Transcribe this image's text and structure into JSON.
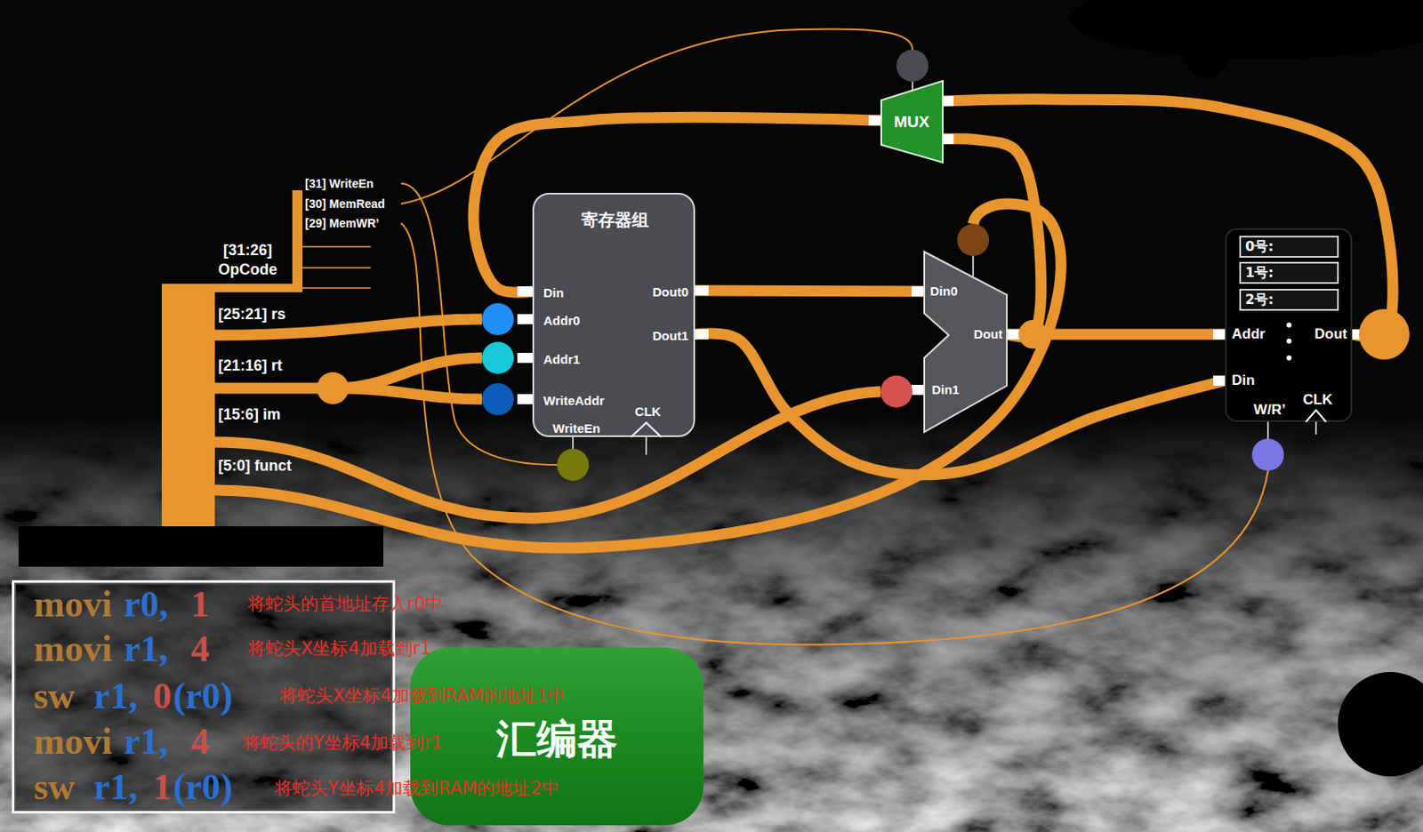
{
  "diagram": {
    "nodes": [
      {
        "text": [
          "寄存器组",
          "Din",
          "Addr0",
          "Addr1",
          "WriteAddr",
          "WriteEn",
          "Dout0",
          "Dout1",
          "CLK"
        ]
      },
      {
        "text": [
          "MUX"
        ]
      },
      {
        "text": [
          "Din0",
          "Dout",
          "Din1"
        ]
      },
      {
        "text": [
          "Addr",
          "Dout",
          "Din",
          "W/R’",
          "CLK"
        ]
      },
      {
        "text": [
          "0号:"
        ],
        "in": 3
      },
      {
        "text": [
          "1号:"
        ],
        "in": 3
      },
      {
        "text": [
          "2号:"
        ],
        "in": 3
      },
      {
        "text": [
          "movi",
          "r0,",
          "1",
          "movi",
          "r1,",
          "4",
          "sw",
          "r1,",
          "0",
          "(r0)",
          "movi",
          "r1,",
          "4",
          "sw",
          "r1,",
          "1",
          "(r0)"
        ]
      },
      {
        "text": [
          "汇编器"
        ]
      }
    ],
    "edges": [
      {
        "from": 0,
        "to": 2,
        "arrow": "none"
      },
      {
        "from": 0,
        "to": 3,
        "arrow": "none"
      },
      {
        "from": 2,
        "to": 3,
        "arrow": "none"
      },
      {
        "from": 2,
        "to": 1,
        "arrow": "none"
      },
      {
        "from": 3,
        "to": 1,
        "arrow": "none"
      },
      {
        "from": 1,
        "to": 0,
        "arrow": "none"
      }
    ],
    "labels": [
      "[31] WriteEn",
      "[30] MemRead",
      "[29] MemWR’",
      "[31:26] OpCode",
      "[25:21] rs",
      "[21:16] rt",
      "[15:6] im",
      "[5:0] funct",
      "将蛇头的首地址存入r0中",
      "将蛇头X坐标4加载到r1",
      "将蛇头X坐标4加载到RAM的地址1中",
      "将蛇头的Y坐标4加载到r1",
      "将蛇头Y坐标4加载到RAM的地址2中"
    ]
  }
}
